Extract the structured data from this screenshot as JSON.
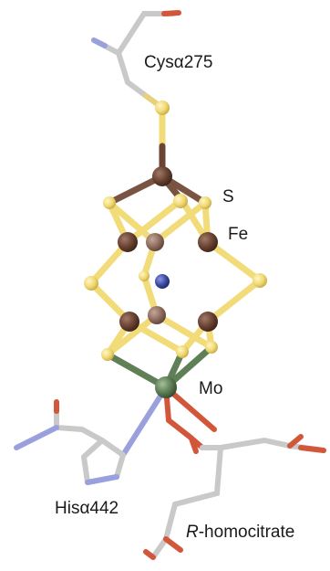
{
  "labels": {
    "cys": "Cysα275",
    "s": "S",
    "fe": "Fe",
    "mo": "Mo",
    "his": "Hisα442",
    "homocitrate_prefix": "R",
    "homocitrate_suffix": "-homocitrate"
  },
  "colors": {
    "sulfur": "#f2dc7a",
    "sulfur_edge": "#c9b04a",
    "iron": "#6b4433",
    "iron_light": "#8c6a5c",
    "molybdenum": "#5f7f56",
    "central_atom": "#3a4aa0",
    "carbon_bond": "#c9c9c9",
    "oxygen_bond": "#d2573a",
    "nitrogen_bond": "#9aa0dd",
    "background": "#ffffff"
  }
}
